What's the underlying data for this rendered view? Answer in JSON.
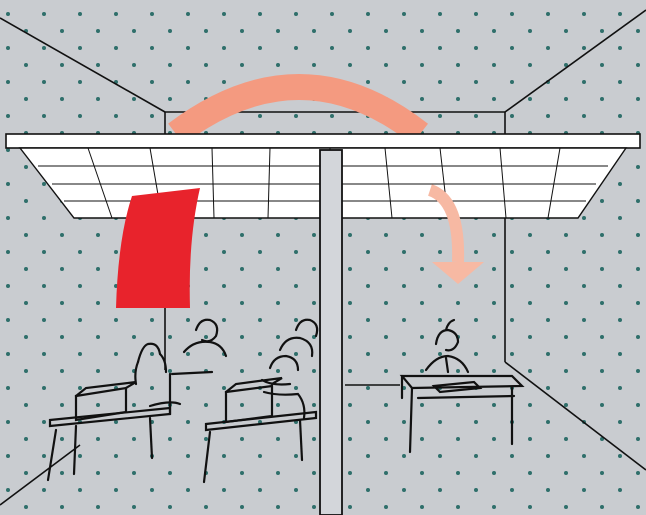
{
  "scene": {
    "colors": {
      "background": "#c9ccd0",
      "dot": "#2f6f6b",
      "line": "#111111",
      "ceiling": "#ffffff",
      "wall_divider": "#d3d6da",
      "air_red": "#e8232c",
      "air_salmon": "#f49a80",
      "air_light": "#f7b9a3"
    },
    "elements": [
      "room-perspective-lines",
      "suspended-ceiling-grid",
      "partition-wall",
      "sound-path-over-partition",
      "noise-source-red",
      "sound-arrival-arrow",
      "classroom-students-left",
      "office-worker-right"
    ]
  }
}
